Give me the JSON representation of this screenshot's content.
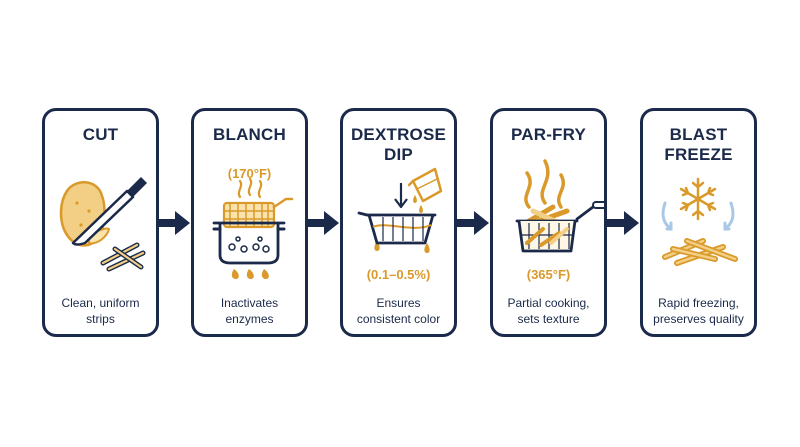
{
  "steps": [
    {
      "id": "cut",
      "title": "CUT",
      "description": "Clean, uniform\nstrips"
    },
    {
      "id": "blanch",
      "title": "BLANCH",
      "temperature": "(170°F)",
      "description": "Inactivates\nenzymes"
    },
    {
      "id": "dip",
      "title": "DEXTROSE\nDIP",
      "concentration": "(0.1–0.5%)",
      "description": "Ensures\nconsistent color"
    },
    {
      "id": "parfry",
      "title": "PAR-FRY",
      "temperature": "(365°F)",
      "description": "Partial cooking,\nsets texture"
    },
    {
      "id": "freeze",
      "title": "BLAST\nFREEZE",
      "description": "Rapid freezing,\npreserves quality"
    }
  ],
  "icons": {
    "step1": [
      "potato-icon",
      "knife-icon",
      "fry-strips-icon"
    ],
    "step2": [
      "steam-icon",
      "fry-basket-icon",
      "pot-icon",
      "bubbles-icon",
      "flame-icon"
    ],
    "step3": [
      "pitcher-icon",
      "drops-icon",
      "down-arrow-icon",
      "basket-icon"
    ],
    "step4": [
      "steam-icon",
      "fry-basket-icon",
      "fries-icon"
    ],
    "step5": [
      "snowflake-icon",
      "cold-air-arrows-icon",
      "fries-pile-icon"
    ]
  },
  "colors": {
    "navy": "#1b2a4a",
    "gold": "#d99a2b",
    "light_gold": "#f3cf85",
    "ice_blue": "#a9c8e6"
  }
}
